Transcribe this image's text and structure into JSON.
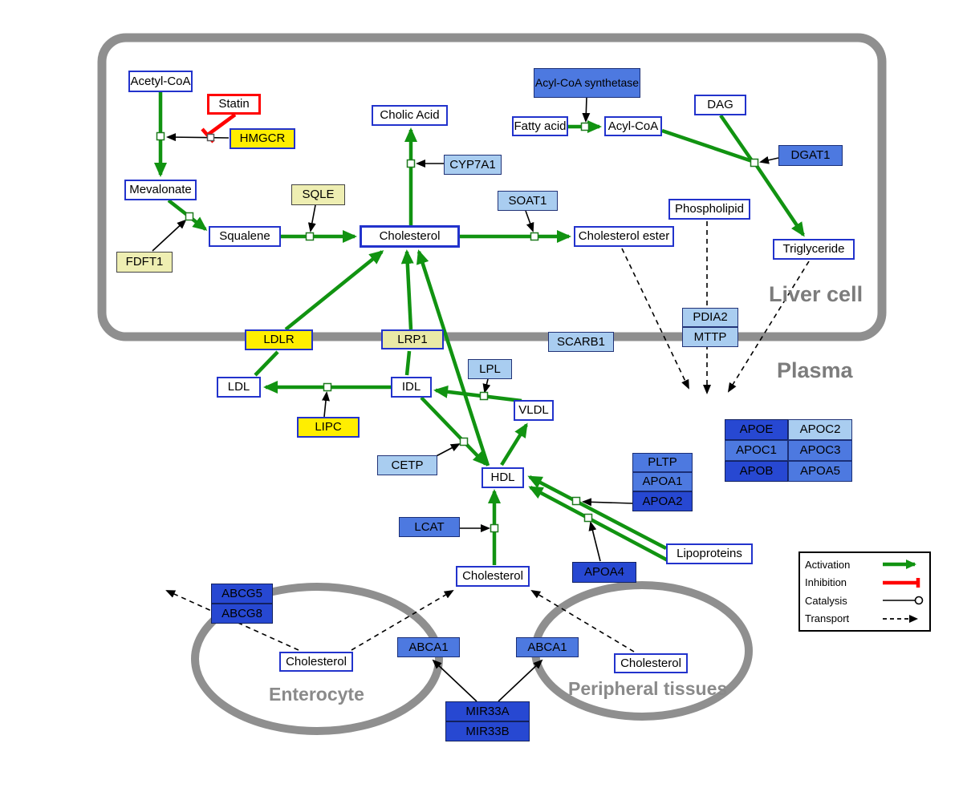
{
  "compartments": {
    "liver": {
      "label": "Liver cell"
    },
    "plasma": {
      "label": "Plasma"
    },
    "enterocyte": {
      "label": "Enterocyte"
    },
    "peripheral": {
      "label": "Peripheral tissues"
    }
  },
  "nodes": {
    "acetyl_coa": "Acetyl-CoA",
    "statin": "Statin",
    "hmgcr": "HMGCR",
    "mevalonate": "Mevalonate",
    "fdft1": "FDFT1",
    "squalene": "Squalene",
    "sqle": "SQLE",
    "cholesterol_liver": "Cholesterol",
    "cholic_acid": "Cholic Acid",
    "cyp7a1": "CYP7A1",
    "soat1": "SOAT1",
    "cholesterol_ester": "Cholesterol ester",
    "acyl_coa_synthetase": "Acyl-CoA synthetase",
    "fatty_acid": "Fatty acid",
    "acyl_coa": "Acyl-CoA",
    "dag": "DAG",
    "dgat1": "DGAT1",
    "phospholipid": "Phospholipid",
    "triglyceride": "Triglyceride",
    "ldlr": "LDLR",
    "lrp1": "LRP1",
    "scarb1": "SCARB1",
    "pdia2": "PDIA2",
    "mttp": "MTTP",
    "ldl": "LDL",
    "idl": "IDL",
    "lpl": "LPL",
    "vldl": "VLDL",
    "lipc": "LIPC",
    "cetp": "CETP",
    "hdl": "HDL",
    "pltp": "PLTP",
    "apoa1": "APOA1",
    "apoa2": "APOA2",
    "lcat": "LCAT",
    "apoa4": "APOA4",
    "lipoproteins": "Lipoproteins",
    "apoe": "APOE",
    "apoc2": "APOC2",
    "apoc1": "APOC1",
    "apoc3": "APOC3",
    "apob": "APOB",
    "apoa5": "APOA5",
    "cholesterol_plasma": "Cholesterol",
    "abcg5": "ABCG5",
    "abcg8": "ABCG8",
    "cholesterol_enterocyte": "Cholesterol",
    "abca1_enterocyte": "ABCA1",
    "abca1_peripheral": "ABCA1",
    "cholesterol_peripheral": "Cholesterol",
    "mir33a": "MIR33A",
    "mir33b": "MIR33B"
  },
  "legend": {
    "items": [
      {
        "label": "Activation"
      },
      {
        "label": "Inhibition"
      },
      {
        "label": "Catalysis"
      },
      {
        "label": "Transport"
      }
    ]
  },
  "colors": {
    "activation_green": "#119311",
    "inhibition_red": "#ff0000",
    "metabolite_border_blue": "#2233cc",
    "gene_yellow": "#ffee00",
    "gene_pale_yellow": "#eeeeb2",
    "gene_light_blue": "#a9cdf0",
    "gene_medium_blue": "#4d79e0",
    "gene_dark_blue": "#2748d2",
    "membrane_gray": "#8f8f8f"
  }
}
